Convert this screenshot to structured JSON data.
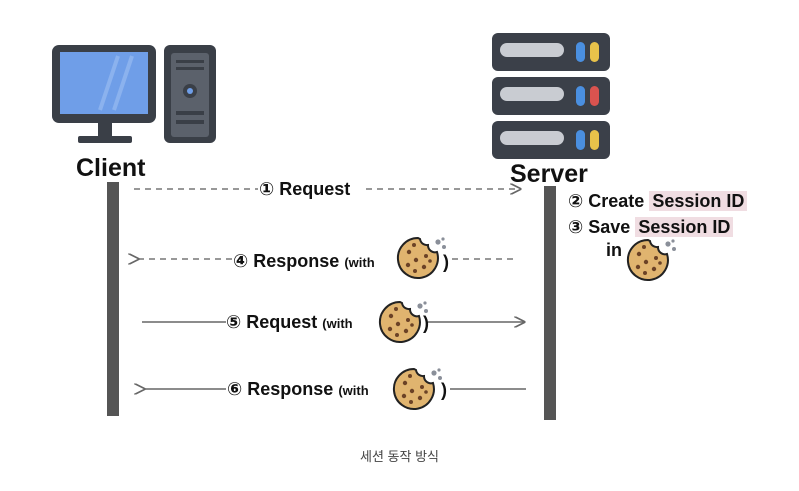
{
  "client": {
    "label": "Client"
  },
  "server": {
    "label": "Server"
  },
  "messages": [
    {
      "num": "①",
      "text": "Request",
      "with": ""
    },
    {
      "num": "④",
      "text": "Response",
      "with": "(with",
      "close": ")"
    },
    {
      "num": "⑤",
      "text": "Request",
      "with": "(with",
      "close": ")"
    },
    {
      "num": "⑥",
      "text": "Response",
      "with": "(with",
      "close": ")"
    }
  ],
  "server_notes": {
    "create": {
      "num": "②",
      "verb": "Create",
      "highlight": "Session ID"
    },
    "save": {
      "num": "③",
      "verb": "Save",
      "highlight": "Session ID",
      "suffix": "in"
    }
  },
  "caption": "세션 동작 방식",
  "colors": {
    "monitor_screen": "#6f9ee8",
    "device_dark": "#3a3f47",
    "server_body": "#3b4049",
    "lifeline": "#555555",
    "highlight": "#f0dde2",
    "cookie": "#e0b46f",
    "cookie_chip": "#6b4226"
  }
}
